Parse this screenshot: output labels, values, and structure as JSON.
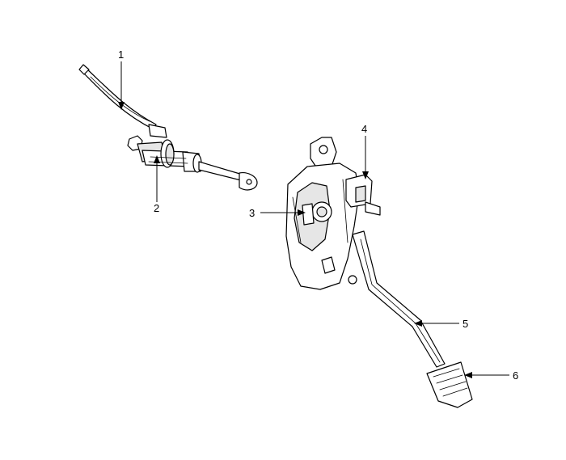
{
  "callouts": [
    {
      "id": "1",
      "label": "1",
      "part": "master-cylinder-hose"
    },
    {
      "id": "2",
      "label": "2",
      "part": "clutch-master-cylinder"
    },
    {
      "id": "3",
      "label": "3",
      "part": "pedal-bracket"
    },
    {
      "id": "4",
      "label": "4",
      "part": "clutch-switch"
    },
    {
      "id": "5",
      "label": "5",
      "part": "clutch-pedal-arm"
    },
    {
      "id": "6",
      "label": "6",
      "part": "clutch-pedal-pad"
    }
  ],
  "colors": {
    "line": "#000000",
    "fill": "#ffffff",
    "shade": "#e6e6e6",
    "background": "#ffffff"
  }
}
